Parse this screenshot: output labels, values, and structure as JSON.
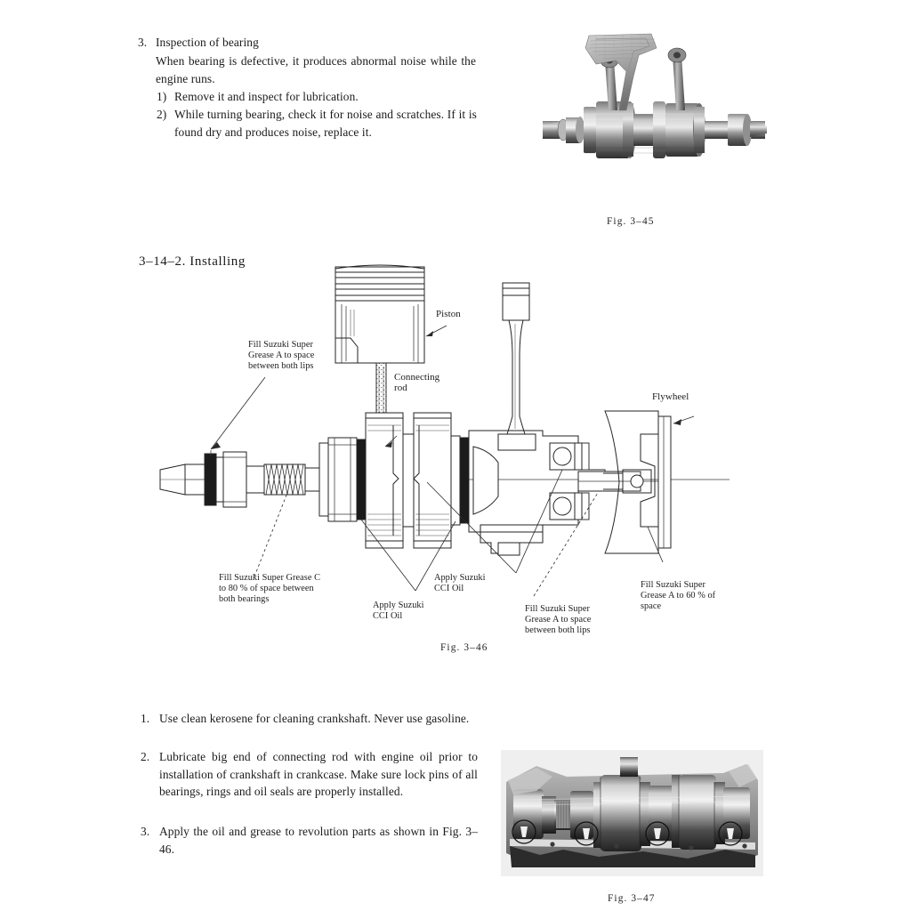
{
  "page": {
    "background": "#ffffff",
    "ink": "#1a1a1a"
  },
  "section_top": {
    "number": "3.",
    "title": "Inspection of bearing",
    "intro": "When bearing is defective, it produces abnormal noise while the engine runs.",
    "steps": [
      {
        "marker": "1)",
        "text": "Remove it and inspect for lubrication."
      },
      {
        "marker": "2)",
        "text": "While turning bearing, check it for noise and scratches.  If it is found dry and produces noise, replace it."
      }
    ]
  },
  "figure_345": {
    "caption": "Fig. 3–45",
    "subject": "crankshaft-assembly-photo"
  },
  "section_install": {
    "heading": "3–14–2.  Installing"
  },
  "figure_346": {
    "caption": "Fig. 3–46",
    "subject": "crankshaft-cross-section-diagram",
    "callouts": {
      "piston": "Piston",
      "connecting_rod": "Connecting\nrod",
      "flywheel": "Flywheel",
      "grease_a_lips_left": "Fill Suzuki Super\nGrease A to space\nbetween both lips",
      "grease_c_bearings": "Fill Suzuki Super Grease C\nto 80 % of space between\nboth bearings",
      "cci_oil_lower": "Apply Suzuki\nCCI Oil",
      "cci_oil_upper": "Apply Suzuki\nCCI Oil",
      "grease_a_lips_right": "Fill Suzuki Super\nGrease A to space\nbetween both lips",
      "grease_a_60": "Fill Suzuki Super\nGrease A to 60 % of\nspace"
    }
  },
  "section_bottom": {
    "items": [
      {
        "marker": "1.",
        "text": "Use clean kerosene for cleaning crankshaft.  Never use gasoline."
      },
      {
        "marker": "2.",
        "text": "Lubricate big end of connecting rod with engine oil prior to installation of crankshaft in crankcase. Make sure lock pins of all bearings, rings and oil seals are properly installed."
      },
      {
        "marker": "3.",
        "text": "Apply the oil and grease to revolution parts as shown in Fig. 3–46."
      }
    ]
  },
  "figure_347": {
    "caption": "Fig. 3–47",
    "subject": "crankshaft-in-crankcase-photo"
  }
}
